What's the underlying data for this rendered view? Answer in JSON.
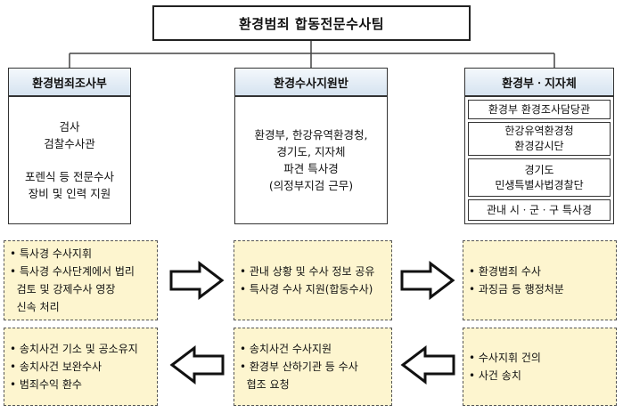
{
  "title": "환경범죄 합동전문수사팀",
  "units": {
    "left": {
      "header": "환경범죄조사부",
      "lines1": [
        "검사",
        "검찰수사관"
      ],
      "lines2": [
        "포렌식 등 전문수사",
        "장비 및 인력 지원"
      ]
    },
    "center": {
      "header": "환경수사지원반",
      "lines": [
        "환경부, 한강유역환경청,",
        "경기도, 지자체",
        "파견 특사경",
        "(의정부지검 근무)"
      ]
    },
    "right": {
      "header": "환경부ㆍ지자체",
      "subs": [
        [
          "환경부 환경조사담당관"
        ],
        [
          "한강유역환경청",
          "환경감시단"
        ],
        [
          "경기도",
          "민생특별사법경찰단"
        ],
        [
          "관내 시ㆍ군ㆍ구 특사경"
        ]
      ]
    }
  },
  "row1": {
    "left": [
      "• 특사경 수사지휘",
      "• 특사경 수사단계에서 법리",
      "  검토 및 강제수사 영장",
      "  신속 처리"
    ],
    "center": [
      "• 관내 상황 및 수사 정보 공유",
      "• 특사경 수사 지원(합동수사)"
    ],
    "right": [
      "• 환경범죄 수사",
      "• 과징금 등 행정처분"
    ]
  },
  "row2": {
    "left": [
      "• 송치사건 기소 및 공소유지",
      "• 송치사건 보완수사",
      "• 범죄수익 환수"
    ],
    "center": [
      "• 송치사건 수사지원",
      "• 환경부 산하기관 등 수사",
      "  협조 요청"
    ],
    "right": [
      "• 수사지휘 건의",
      "• 사건 송치"
    ]
  },
  "arrows": [
    "right",
    "right",
    "left",
    "left"
  ]
}
